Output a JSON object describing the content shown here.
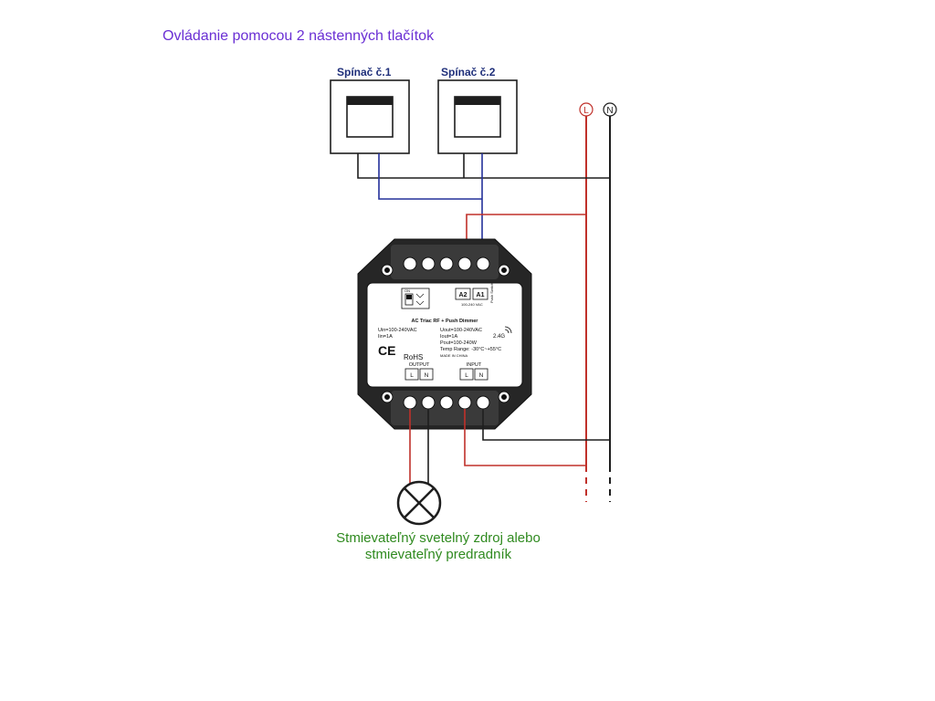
{
  "title": "Ovládanie pomocou 2 nástenných tlačítok",
  "switches": [
    {
      "label": "Spínač č.1"
    },
    {
      "label": "Spínač č.2"
    }
  ],
  "supply": {
    "line_label": "L",
    "neutral_label": "N"
  },
  "device": {
    "model": "AC Triac RF + Push Dimmer",
    "uin": "Uin=100-240VAC",
    "iin": "Iin=1A",
    "uout": "Uout=100-240VAC",
    "iout": "Iout=1A",
    "pout": "Pout=100-240W",
    "temp": "Temp Range: -30°C~+55°C",
    "made_in": "MADE IN CHINA",
    "rf": "2.4G",
    "ce": "CE",
    "rohs": "RoHS",
    "output_label": "OUTPUT",
    "input_label": "INPUT",
    "term_l": "L",
    "term_n": "N",
    "a2": "A2",
    "a1": "A1",
    "a_desc": "100-240 VAC",
    "push_switch": "Push Switch",
    "on_label": "ON"
  },
  "caption": {
    "line1": "Stmievateľný svetelný zdroj alebo",
    "line2": "stmievateľný predradník"
  },
  "colors": {
    "live": "#c0302a",
    "neutral": "#1e1e1e",
    "control": "#24309a",
    "title": "#6a2fd4",
    "caption": "#2f8a1f"
  }
}
